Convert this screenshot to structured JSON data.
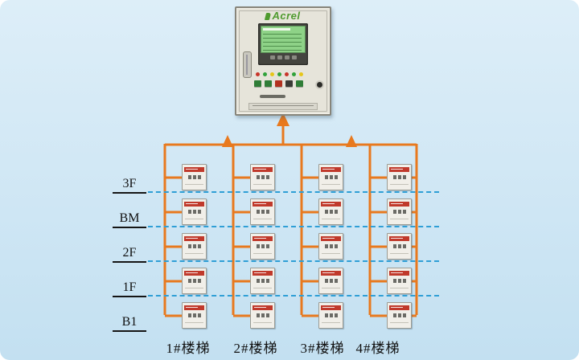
{
  "cabinet": {
    "brand": "Acrel"
  },
  "floors": [
    {
      "label": "3F"
    },
    {
      "label": "BM"
    },
    {
      "label": "2F"
    },
    {
      "label": "1F"
    },
    {
      "label": "B1"
    }
  ],
  "staircases": [
    {
      "label": "1#楼梯"
    },
    {
      "label": "2#楼梯"
    },
    {
      "label": "3#楼梯"
    },
    {
      "label": "4#楼梯"
    }
  ],
  "grid": {
    "rows": 5,
    "columns": 4,
    "device_count": 20
  },
  "colors": {
    "bus": "#e8791e",
    "floor_dash": "#2f9fd6",
    "device_accent": "#c0392b",
    "brand_green": "#4e9a2e",
    "background_top": "#ddeef8",
    "background_bottom": "#c3e0f1"
  }
}
